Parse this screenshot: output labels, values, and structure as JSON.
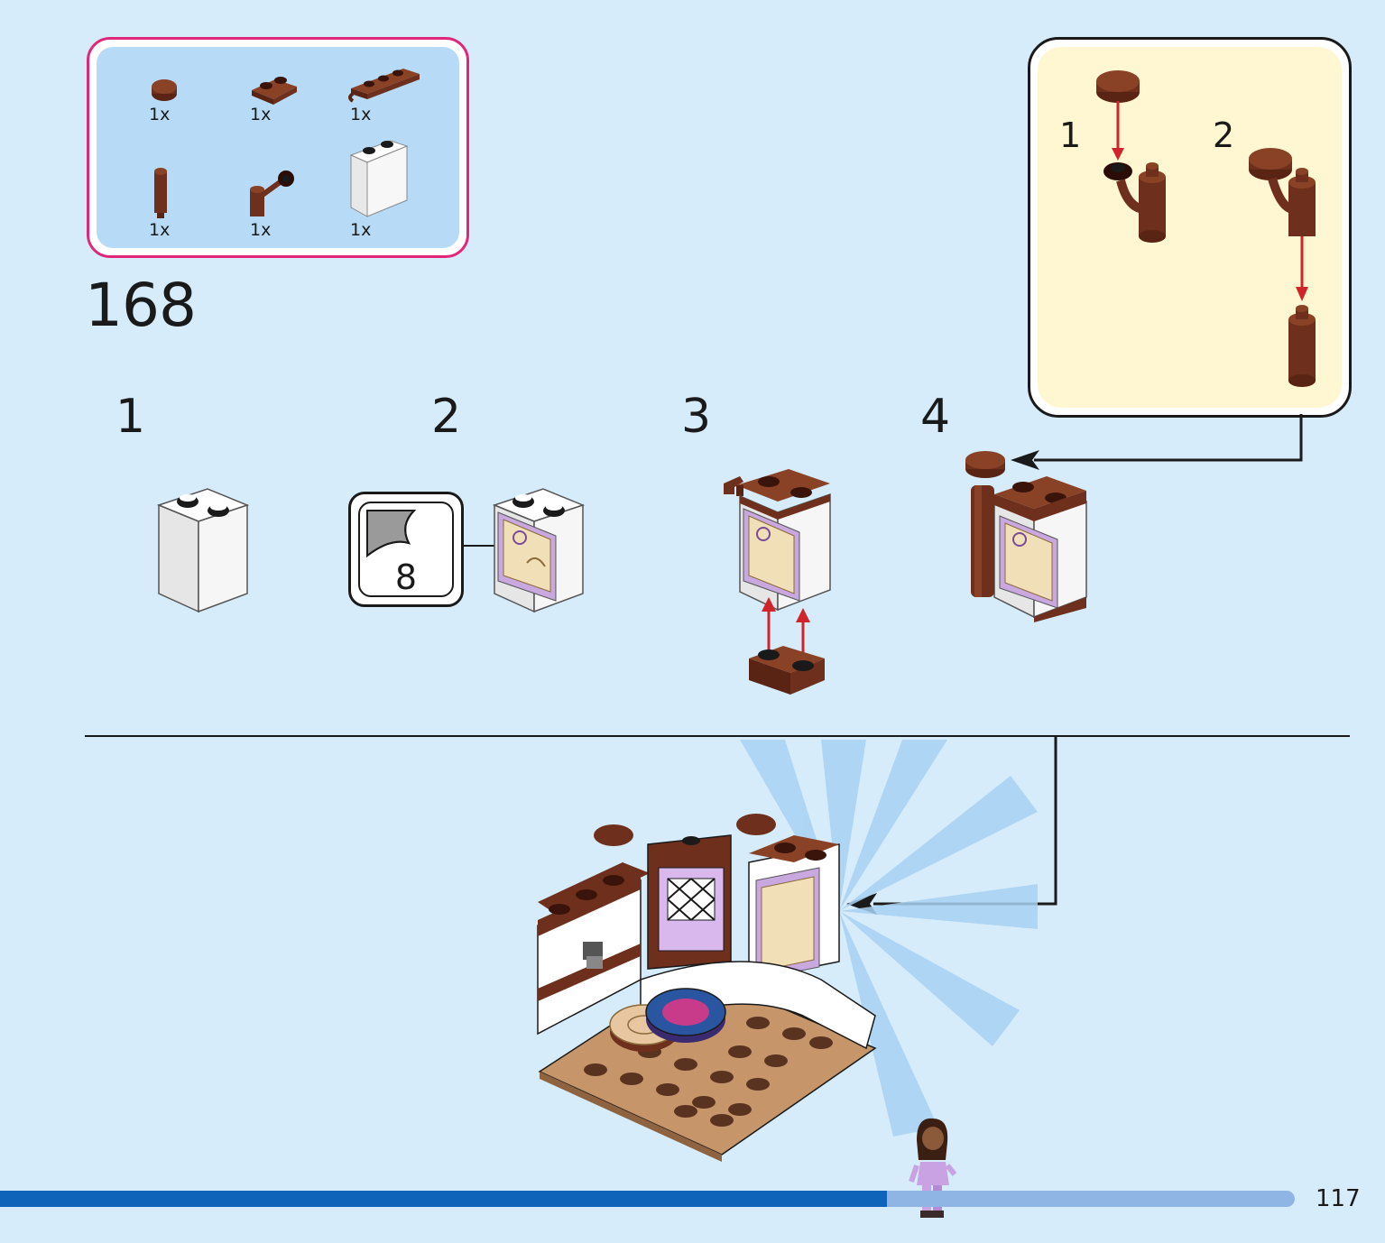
{
  "parts_list": {
    "items": [
      {
        "name": "round-plate-1x1-brown-icon",
        "qty": "1x"
      },
      {
        "name": "plate-1x2-brown-icon",
        "qty": "1x"
      },
      {
        "name": "plate-clip-1x4-brown-icon",
        "qty": "1x"
      },
      {
        "name": "bar-holder-brown-icon",
        "qty": "1x"
      },
      {
        "name": "bar-clip-brown-icon",
        "qty": "1x"
      },
      {
        "name": "brick-1x2x2-white-icon",
        "qty": "1x"
      }
    ],
    "border_color": "#e0277a",
    "background_color": "#b7dbf6"
  },
  "step": {
    "number": "168"
  },
  "sub_steps": [
    {
      "label": "1"
    },
    {
      "label": "2",
      "sticker_number": "8"
    },
    {
      "label": "3"
    },
    {
      "label": "4"
    }
  ],
  "callout": {
    "steps": [
      "1",
      "2"
    ],
    "background_color": "#fff7d2"
  },
  "page": {
    "number": "117",
    "progress": 0.685,
    "progress_color": "#0d64b8",
    "track_color": "#8eb5e4",
    "background_color": "#d6ecfb"
  },
  "colors": {
    "brick_brown": "#6e2f1c",
    "brick_white": "#f4f4f4",
    "arrow_red": "#d0232a",
    "lavender": "#c9a8e0"
  }
}
